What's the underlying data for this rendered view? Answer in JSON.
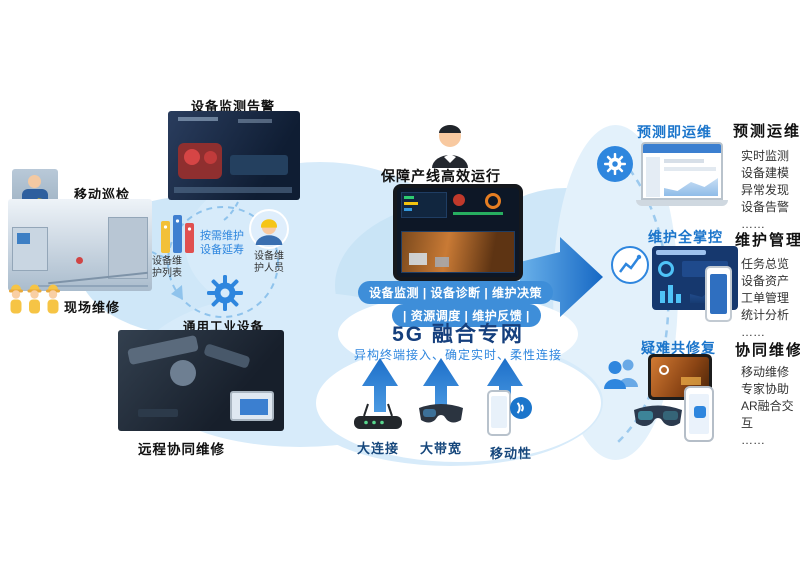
{
  "colors": {
    "accent_blue": "#2e86de",
    "badge_blue": "#1b75cb",
    "navy": "#16477c",
    "cloud_blue": "#cfe7f8"
  },
  "left": {
    "monitor_alarm": "设备监测告警",
    "mobile_inspection": "移动巡检",
    "onsite_repair": "现场维修",
    "remote_repair": "远程协同维修",
    "maintenance_list": "设备维护列表",
    "ondemand_line1": "按需维护",
    "ondemand_line2": "设备延寿",
    "personnel": "设备维护人员",
    "general_equipment": "通用工业设备"
  },
  "center": {
    "headline": "保障产线高效运行",
    "cap_line1": "设备监测 | 设备诊断 | 维护决策",
    "cap_line2": "| 资源调度 | 维护反馈 |",
    "network_title": "5G 融合专网",
    "network_subtitle": "异构终端接入、确定实时、柔性连接",
    "pillars": [
      {
        "label": "大连接",
        "icon": "router-icon"
      },
      {
        "label": "大带宽",
        "icon": "ar-glasses-icon"
      },
      {
        "label": "移动性",
        "icon": "nfc-phone-icon"
      }
    ]
  },
  "right": {
    "sections": [
      {
        "badge": "预测即运维",
        "title": "预测运维",
        "items": [
          "实时监测",
          "设备建模",
          "异常发现",
          "设备告警",
          "……"
        ]
      },
      {
        "badge": "维护全掌控",
        "title": "维护管理",
        "items": [
          "任务总览",
          "设备资产",
          "工单管理",
          "统计分析",
          "……"
        ]
      },
      {
        "badge": "疑难共修复",
        "title": "协同维修",
        "items": [
          "移动维修",
          "专家协助",
          "AR融合交互",
          "……"
        ]
      }
    ]
  }
}
